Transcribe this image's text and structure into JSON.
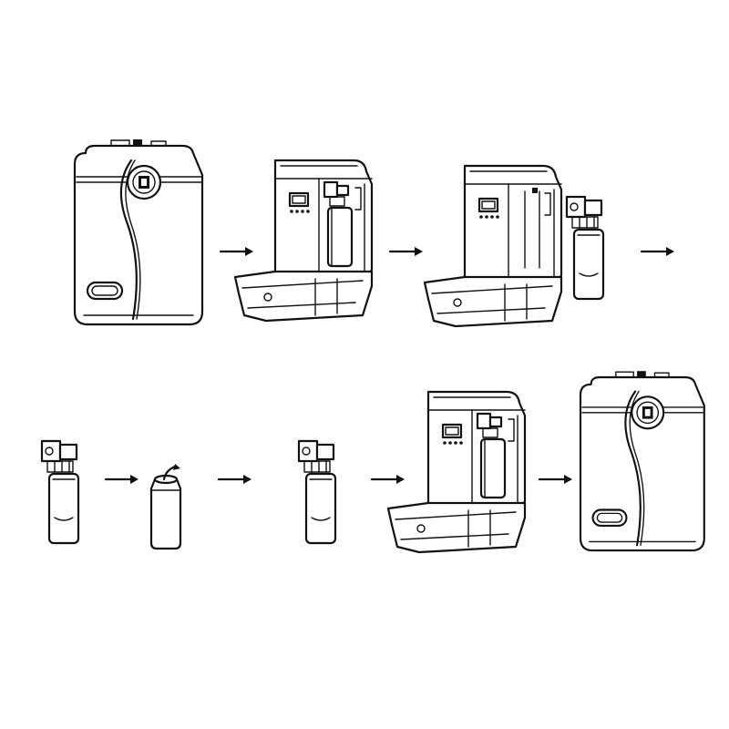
{
  "diagram": {
    "kind": "refill-instruction-sequence",
    "background": "#ffffff",
    "stroke_color": "#111111",
    "steps": [
      {
        "id": 1,
        "depicts": "closed-diffuser"
      },
      {
        "id": 2,
        "depicts": "diffuser-opened"
      },
      {
        "id": 3,
        "depicts": "bottle-removed"
      },
      {
        "id": 4,
        "depicts": "bottle-with-atomizer"
      },
      {
        "id": 5,
        "depicts": "bottle-open-refill"
      },
      {
        "id": 6,
        "depicts": "bottle-with-atomizer"
      },
      {
        "id": 7,
        "depicts": "diffuser-opened"
      },
      {
        "id": 8,
        "depicts": "closed-diffuser"
      }
    ],
    "arrow_icon": "arrow-right-icon"
  }
}
